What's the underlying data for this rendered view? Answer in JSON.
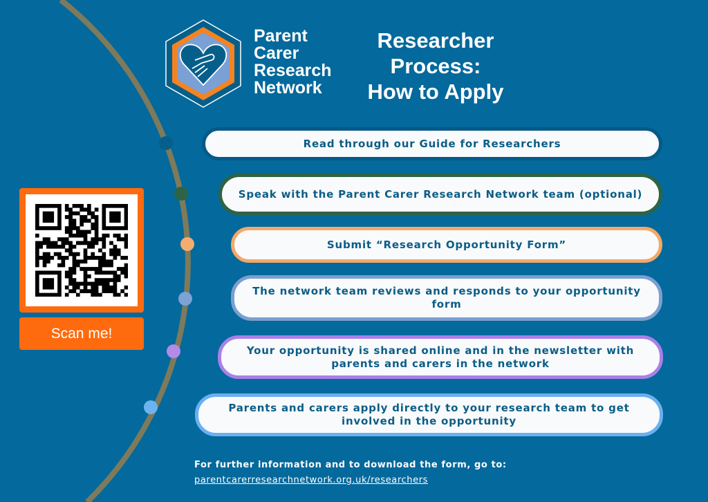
{
  "logo": {
    "name_lines": [
      "Parent",
      "Carer",
      "Research",
      "Network"
    ]
  },
  "title_lines": [
    "Researcher",
    "Process:",
    "How to Apply"
  ],
  "steps": [
    {
      "label": "Read through our Guide for Researchers",
      "color": "#065a88"
    },
    {
      "label": "Speak with the Parent Carer Research Network team (optional)",
      "color": "#2f6343"
    },
    {
      "label": "Submit “Research Opportunity Form”",
      "color": "#f4a868"
    },
    {
      "label": "The network team reviews and responds to your opportunity form",
      "color": "#7b9fd0"
    },
    {
      "label": "Your opportunity is shared online and in the newsletter with parents and carers in the network",
      "color": "#a980e8"
    },
    {
      "label": "Parents and carers apply directly to your research team to get involved in the opportunity",
      "color": "#6ab0f0"
    }
  ],
  "qr": {
    "caption": "Scan me!"
  },
  "footer": {
    "info": "For further information and to download the form, go to:",
    "link": "parentcarerresearchnetwork.org.uk/researchers"
  },
  "colors": {
    "background": "#04699c",
    "arc": "#7e7a5c",
    "accent": "#fe6b0e"
  }
}
